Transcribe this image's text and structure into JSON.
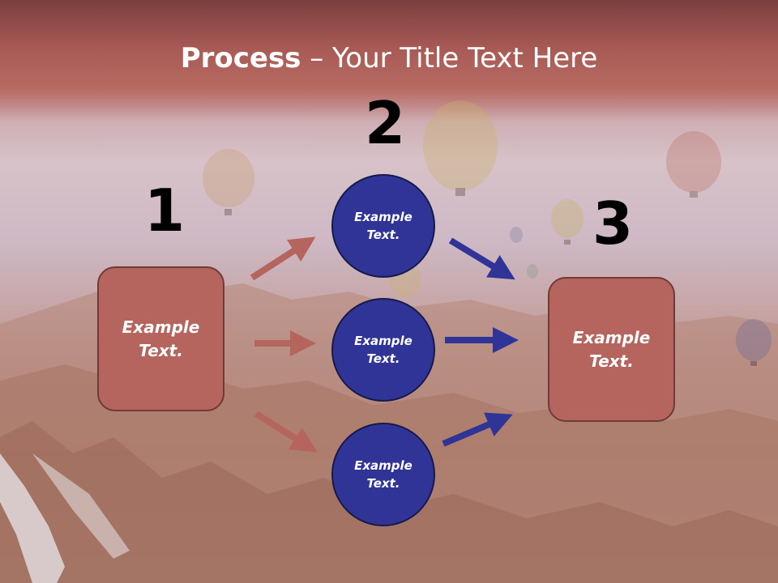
{
  "title": {
    "bold": "Process",
    "rest": " – Your Title Text Here"
  },
  "steps": [
    {
      "number": "1",
      "text": "Example Text."
    },
    {
      "number": "2",
      "text": "Example Text."
    },
    {
      "number": "3",
      "text": "Example Text."
    }
  ],
  "middle_nodes": [
    {
      "text": "Example Text."
    },
    {
      "text": "Example Text."
    },
    {
      "text": "Example Text."
    }
  ],
  "colors": {
    "rect_fill": "#b5655e",
    "circle_fill": "#2f3496",
    "left_arrow": "#b5655e",
    "right_arrow": "#2f3496"
  }
}
